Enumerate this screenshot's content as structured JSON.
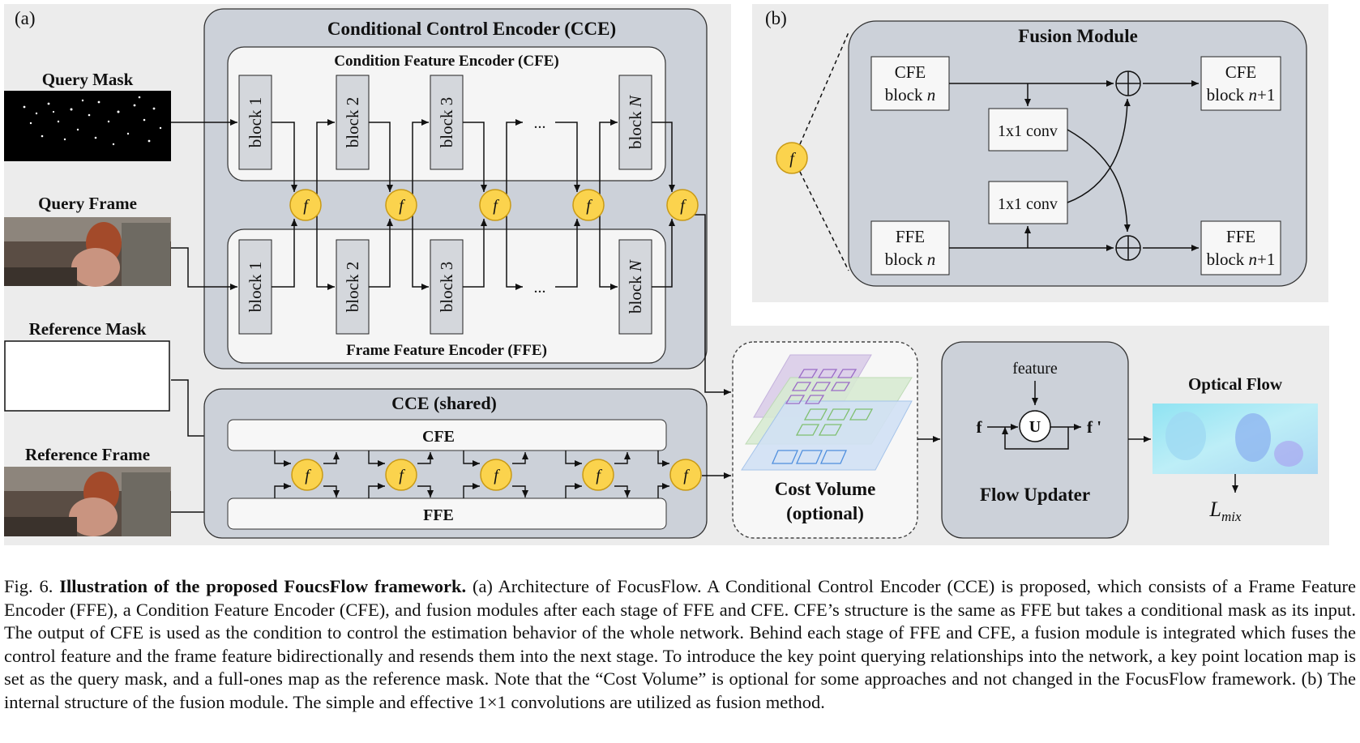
{
  "panel_a": {
    "label": "(a)",
    "cce_title": "Conditional Control Encoder (CCE)",
    "cfe_title": "Condition Feature Encoder (CFE)",
    "ffe_title": "Frame Feature Encoder (FFE)",
    "blocks": [
      "block 1",
      "block 2",
      "block 3",
      "block N"
    ],
    "ellipsis": "...",
    "fusion_symbol": "f",
    "inputs": {
      "query_mask": "Query Mask",
      "query_frame": "Query Frame",
      "reference_mask": "Reference Mask",
      "reference_frame": "Reference Frame"
    },
    "shared": {
      "title": "CCE (shared)",
      "cfe": "CFE",
      "ffe": "FFE"
    },
    "cost_volume": [
      "Cost Volume",
      "(optional)"
    ],
    "flow_updater": {
      "title": "Flow Updater",
      "feature": "feature",
      "f_in": "f",
      "unit": "U",
      "f_out": "f '"
    },
    "optical_flow": "Optical Flow",
    "loss": "L",
    "loss_sub": "mix"
  },
  "panel_b": {
    "label": "(b)",
    "title": "Fusion Module",
    "cfe_in": [
      "CFE",
      "block n"
    ],
    "ffe_in": [
      "FFE",
      "block n"
    ],
    "cfe_out": [
      "CFE",
      "block n+1"
    ],
    "ffe_out": [
      "FFE",
      "block n+1"
    ],
    "conv": "1x1 conv",
    "fusion_symbol": "f"
  },
  "caption": {
    "prefix": "Fig. 6.",
    "bold": "Illustration of the proposed FoucsFlow framework.",
    "body": "(a) Architecture of FocusFlow. A Conditional Control Encoder (CCE) is proposed, which consists of a Frame Feature Encoder (FFE), a Condition Feature Encoder (CFE), and fusion modules after each stage of FFE and CFE. CFE’s structure is the same as FFE but takes a conditional mask as its input. The output of CFE is used as the condition to control the estimation behavior of the whole network. Behind each stage of FFE and CFE, a fusion module is integrated which fuses the control feature and the frame feature bidirectionally and resends them into the next stage. To introduce the key point querying relationships into the network, a key point location map is set as the query mask, and a full-ones map as the reference mask. Note that the “Cost Volume” is optional for some approaches and not changed in the FocusFlow framework. (b) The internal structure of the fusion module. The simple and effective 1×1 convolutions are utilized as fusion method."
  }
}
